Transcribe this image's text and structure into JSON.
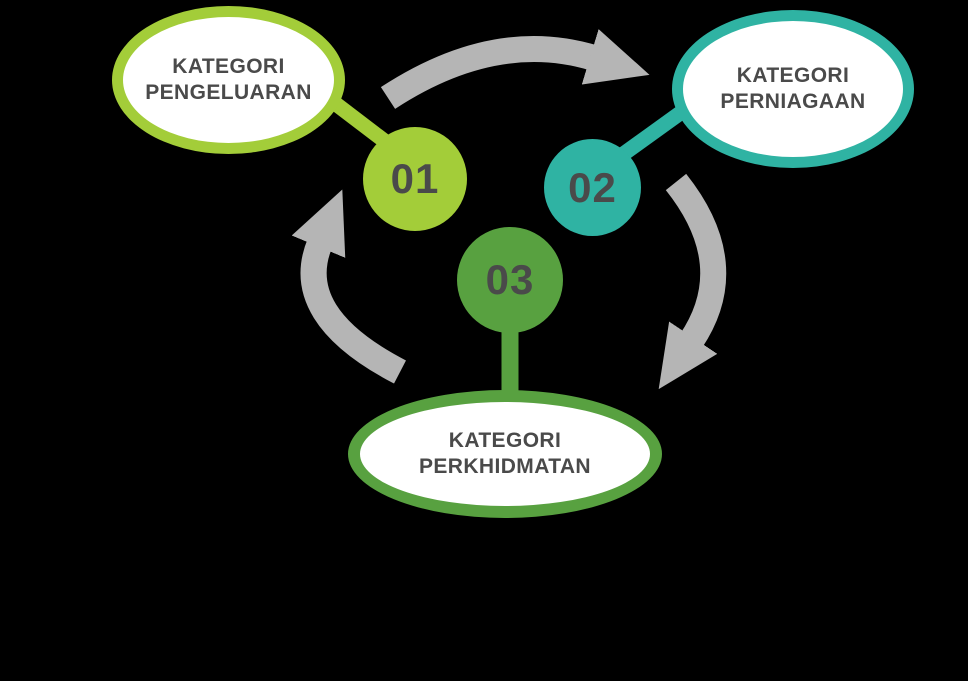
{
  "canvas": {
    "background": "#000000"
  },
  "colors": {
    "lime": "#a3cd39",
    "teal": "#2fb3a3",
    "green": "#58a140",
    "arrow_gray": "#b5b5b5",
    "text_dark": "#4a4a4a",
    "node_fill": "#ffffff"
  },
  "nodes": [
    {
      "id": "pengeluaran",
      "number": "01",
      "label": [
        "KATEGORI",
        "PENGELUARAN"
      ],
      "color": "#a3cd39"
    },
    {
      "id": "perniagaan",
      "number": "02",
      "label": [
        "KATEGORI",
        "PERNIAGAAN"
      ],
      "color": "#2fb3a3"
    },
    {
      "id": "perkhidmatan",
      "number": "03",
      "label": [
        "KATEGORI",
        "PERKHIDMATAN"
      ],
      "color": "#58a140"
    }
  ]
}
